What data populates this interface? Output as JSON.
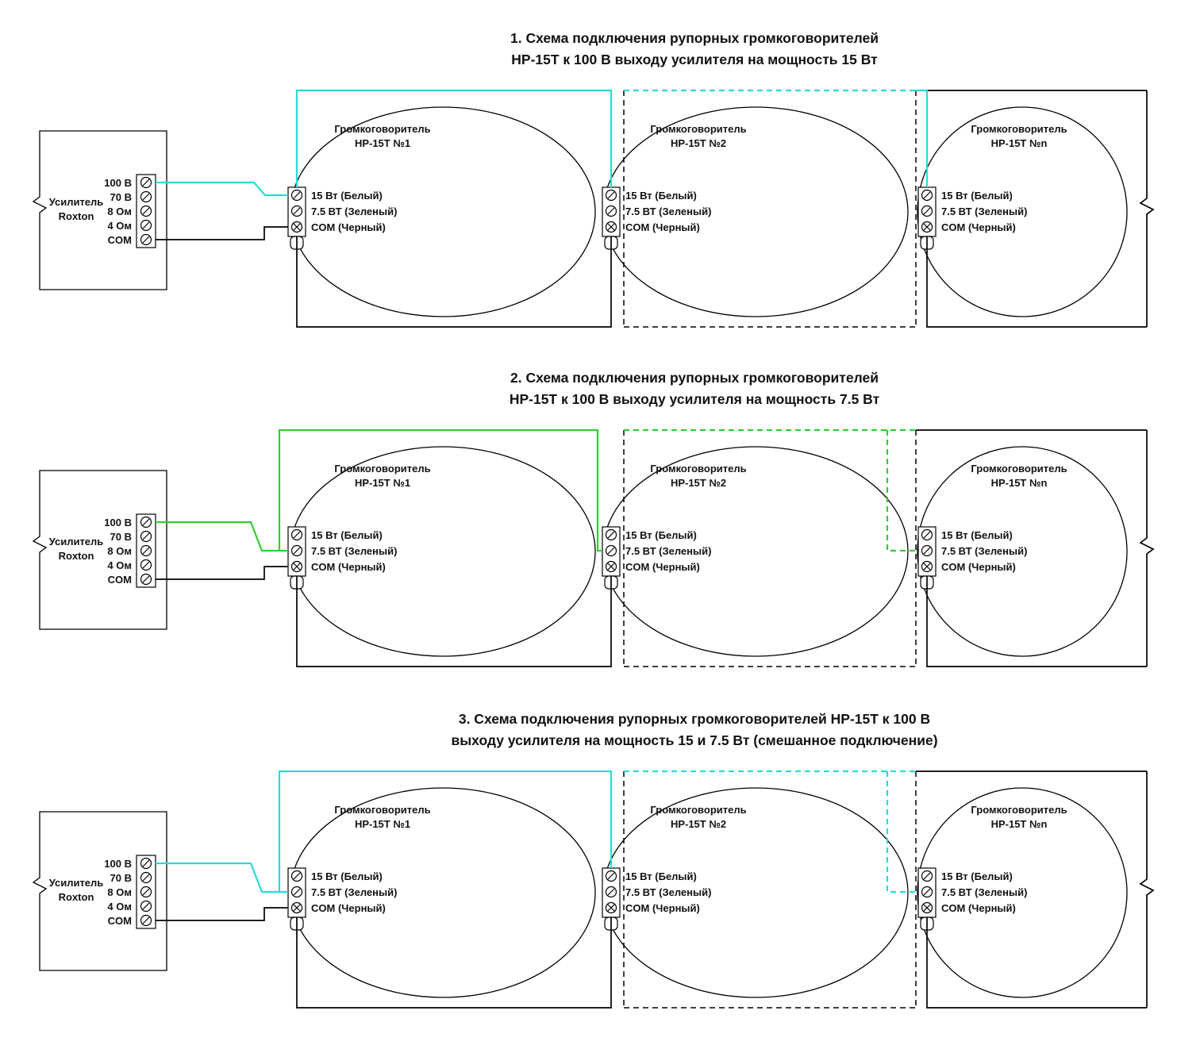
{
  "colors": {
    "wire_15w": "#2bd9d9",
    "wire_7_5w": "#33cc33",
    "wire_com": "#000000"
  },
  "amplifier": {
    "name_line1": "Усилитель",
    "name_line2": "Roxton",
    "terminals": [
      "100 В",
      "70 В",
      "8 Ом",
      "4 Ом",
      "COM"
    ]
  },
  "speaker_terminal_labels": [
    "15 Вт (Белый)",
    "7.5 ВТ (Зеленый)",
    "COM (Черный)"
  ],
  "schemes": [
    {
      "title_line1": "1. Схема подключения рупорных громкоговорителей",
      "title_line2": "НР-15Т к 100 В выходу усилителя на мощность 15 Вт",
      "speakers": [
        {
          "name_line1": "Громкоговоритель",
          "name_line2": "НР-15Т №1"
        },
        {
          "name_line1": "Громкоговоритель",
          "name_line2": "НР-15Т №2"
        },
        {
          "name_line1": "Громкоговоритель",
          "name_line2": "НР-15Т №n"
        }
      ]
    },
    {
      "title_line1": "2. Схема подключения рупорных громкоговорителей",
      "title_line2": "НР-15Т к 100 В выходу усилителя на мощность 7.5 Вт",
      "speakers": [
        {
          "name_line1": "Громкоговоритель",
          "name_line2": "НР-15Т №1"
        },
        {
          "name_line1": "Громкоговоритель",
          "name_line2": "НР-15Т №2"
        },
        {
          "name_line1": "Громкоговоритель",
          "name_line2": "НР-15Т №n"
        }
      ]
    },
    {
      "title_line1": "3. Схема подключения рупорных громкоговорителей НР-15Т к 100 В",
      "title_line2": "выходу усилителя на мощность 15 и 7.5 Вт (смешанное подключение)",
      "speakers": [
        {
          "name_line1": "Громкоговоритель",
          "name_line2": "НР-15Т №1"
        },
        {
          "name_line1": "Громкоговоритель",
          "name_line2": "НР-15Т №2"
        },
        {
          "name_line1": "Громкоговоритель",
          "name_line2": "НР-15Т №n"
        }
      ]
    }
  ]
}
